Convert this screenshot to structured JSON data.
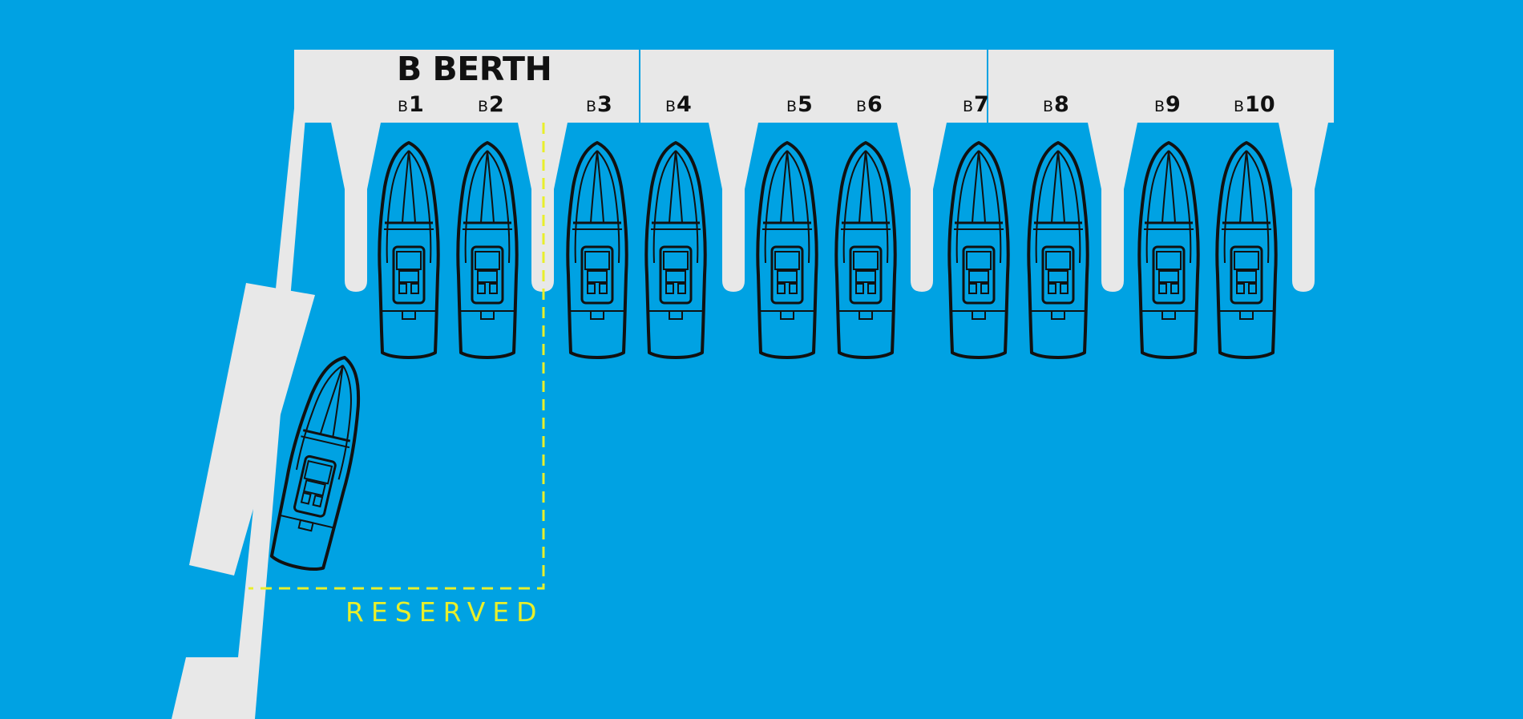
{
  "map": {
    "title": "B BERTH",
    "berth_prefix": "B",
    "berths": [
      {
        "id": "B1",
        "number": "1"
      },
      {
        "id": "B2",
        "number": "2"
      },
      {
        "id": "B3",
        "number": "3"
      },
      {
        "id": "B4",
        "number": "4"
      },
      {
        "id": "B5",
        "number": "5"
      },
      {
        "id": "B6",
        "number": "6"
      },
      {
        "id": "B7",
        "number": "7"
      },
      {
        "id": "B8",
        "number": "8"
      },
      {
        "id": "B9",
        "number": "9"
      },
      {
        "id": "B10",
        "number": "10"
      }
    ],
    "reserved_label": "RESERVED",
    "occupied_berths": 10,
    "boat_icon": "boat-top-view-icon",
    "colors": {
      "water": "#00a2e3",
      "dock": "#e8e8e8",
      "reserved": "#e9ef2a",
      "outline": "#111111"
    }
  }
}
